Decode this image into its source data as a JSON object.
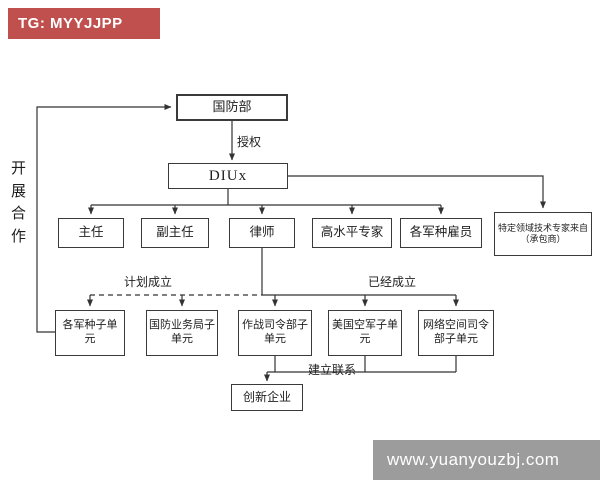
{
  "banners": {
    "top": {
      "text": "TG: MYYJJPP",
      "bg_color": "#c0504d",
      "text_color": "#ffffff"
    },
    "bottom": {
      "text": "www.yuanyouzbj.com",
      "bg_color": "#9c9c9c",
      "text_color": "#ffffff"
    }
  },
  "diagram": {
    "side_label": "开展合作",
    "top_box": "国防部",
    "authorize_label": "授权",
    "diux_box": "DIUx",
    "row1": [
      "主任",
      "副主任",
      "律师",
      "高水平专家",
      "各军种雇员"
    ],
    "contractor_box": "特定领域技术专家来自（承包商）",
    "planned_label": "计划成立",
    "established_label": "已经成立",
    "row2": [
      "各军种子单元",
      "国防业务局子单元",
      "作战司令部子单元",
      "美国空军子单元",
      "网络空间司令部子单元"
    ],
    "contact_label": "建立联系",
    "bottom_box": "创新企业",
    "line_color": "#333333"
  }
}
